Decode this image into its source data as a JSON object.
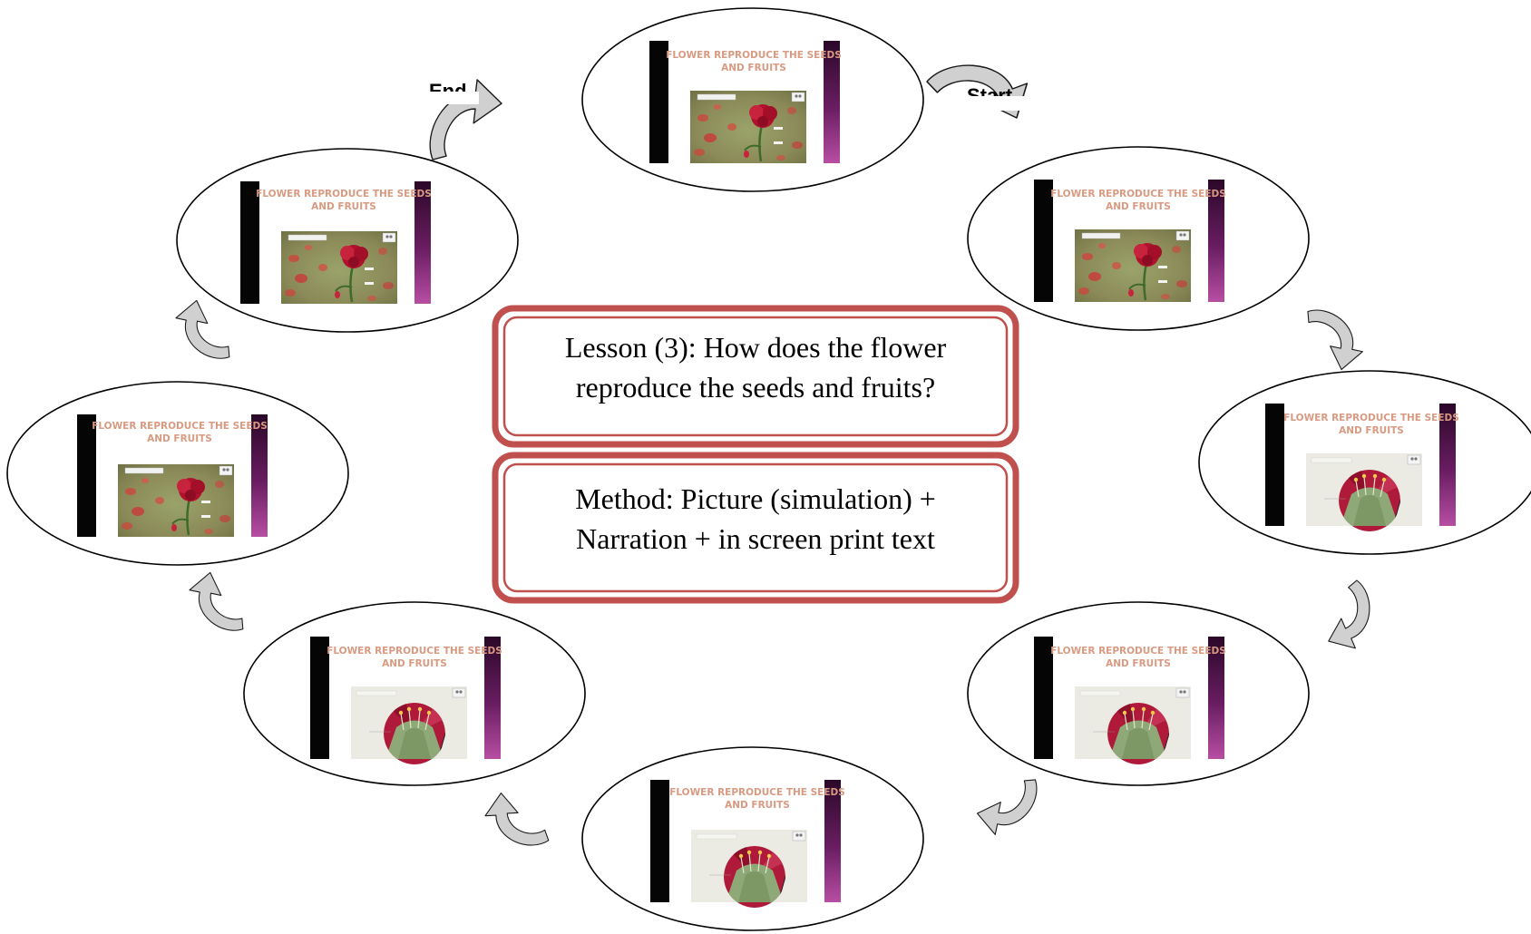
{
  "center": {
    "lesson_title_line1": "Lesson (3): How does the flower",
    "lesson_title_line2": "reproduce the seeds and fruits?",
    "method_line1": "Method: Picture (simulation) +",
    "method_line2": "Narration + in screen print text"
  },
  "labels": {
    "start": "Start",
    "end": "End"
  },
  "slides": [
    {
      "id": "top",
      "title_line1": "FLOWER REPRODUCE THE SEEDS",
      "title_line2": "AND FRUITS",
      "scene": "poppy-field"
    },
    {
      "id": "upper-right",
      "title_line1": "FLOWER REPRODUCE THE SEEDS",
      "title_line2": "AND FRUITS",
      "scene": "poppy-field"
    },
    {
      "id": "right",
      "title_line1": "FLOWER REPRODUCE THE SEEDS",
      "title_line2": "AND FRUITS",
      "scene": "flower-cross-section"
    },
    {
      "id": "lower-right",
      "title_line1": "FLOWER REPRODUCE THE SEEDS",
      "title_line2": "AND FRUITS",
      "scene": "flower-cross-section"
    },
    {
      "id": "bottom",
      "title_line1": "FLOWER REPRODUCE THE SEEDS",
      "title_line2": "AND FRUITS",
      "scene": "flower-cross-section"
    },
    {
      "id": "lower-left",
      "title_line1": "FLOWER REPRODUCE THE SEEDS",
      "title_line2": "AND FRUITS",
      "scene": "flower-cross-section"
    },
    {
      "id": "left",
      "title_line1": "FLOWER REPRODUCE THE SEEDS",
      "title_line2": "AND FRUITS",
      "scene": "poppy-field"
    },
    {
      "id": "upper-left",
      "title_line1": "FLOWER REPRODUCE THE SEEDS",
      "title_line2": "AND FRUITS",
      "scene": "poppy-field"
    }
  ],
  "colors": {
    "box_border": "#c0504d",
    "title_text": "#d99a82",
    "right_bar_dark": "#3a0a35",
    "right_bar_light": "#b0409a",
    "arrow_fill": "#cfcfcf"
  }
}
